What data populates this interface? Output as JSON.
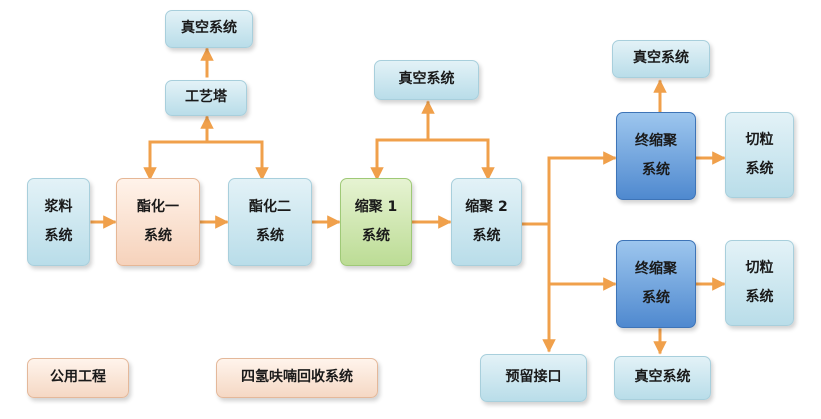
{
  "colors": {
    "arrow": "#f0a04b",
    "blue_box": "#c8e6f0",
    "peach_box": "#f9dcc8",
    "green_box": "#c6e3a4",
    "deep_blue_box": "#6fa3df"
  },
  "nodes": {
    "vacuum_top": "真空系统",
    "tower": "工艺塔",
    "slurry": "浆料\n系统",
    "ester1": "酯化一\n系统",
    "ester2": "酯化二\n系统",
    "vacuum_mid": "真空系统",
    "poly1": "缩聚 1\n系统",
    "poly2": "缩聚 2\n系统",
    "vacuum_right_top": "真空系统",
    "final1": "终缩聚\n系统",
    "cut1": "切粒\n系统",
    "final2": "终缩聚\n系统",
    "cut2": "切粒\n系统",
    "reserved": "预留接口",
    "vacuum_right_bottom": "真空系统"
  },
  "legend": {
    "utilities": "公用工程",
    "thf_recovery": "四氢呋喃回收系统"
  }
}
